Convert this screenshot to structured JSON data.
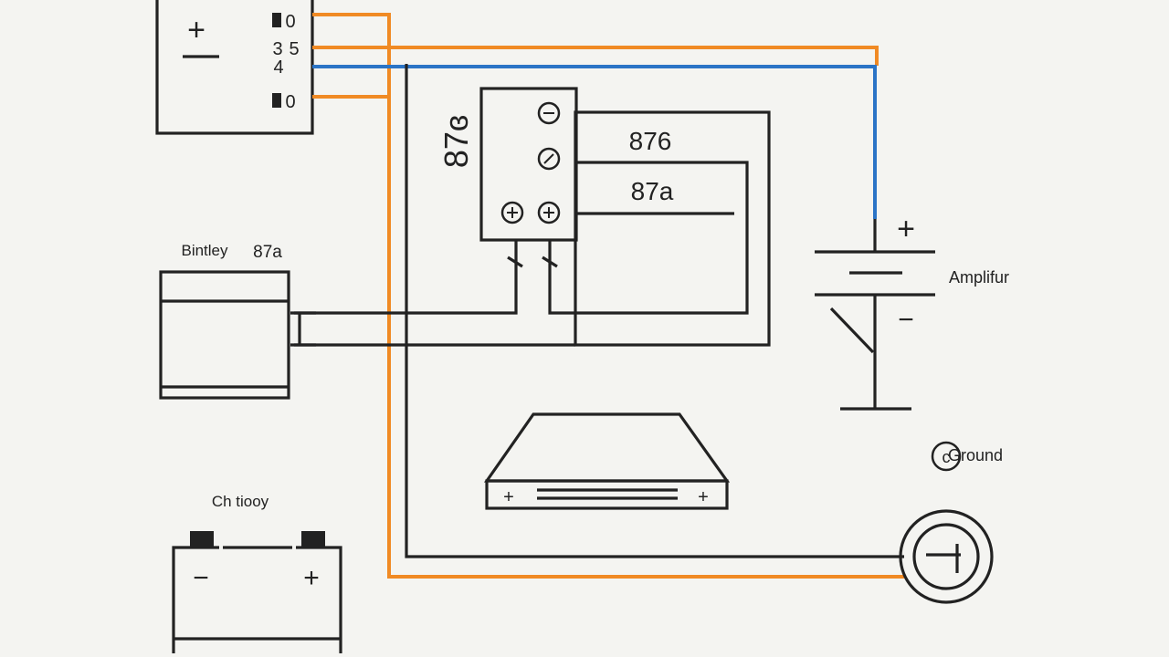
{
  "labels": {
    "pin_top_a": "0",
    "pin_top_b": "3",
    "pin_mid_a": "5",
    "pin_mid_b": "4",
    "pin_bottom": "0",
    "fuse_plus": "+",
    "relay_side": "87ɞ",
    "relay_87b": "876",
    "relay_87a": "87a",
    "battery_title": "Bintley",
    "battery_87a": "87a",
    "amplifier": "Amplifur",
    "amp_plus": "+",
    "amp_minus": "−",
    "ground": "Ground",
    "ground_c": "c",
    "box_left_plus": "+",
    "box_right_plus": "+",
    "car_battery_title": "Ch tiooy",
    "car_battery_minus": "−",
    "car_battery_plus": "+"
  },
  "colors": {
    "orange_wire": "#f08a24",
    "blue_wire": "#2b74c6",
    "line": "#222222"
  }
}
